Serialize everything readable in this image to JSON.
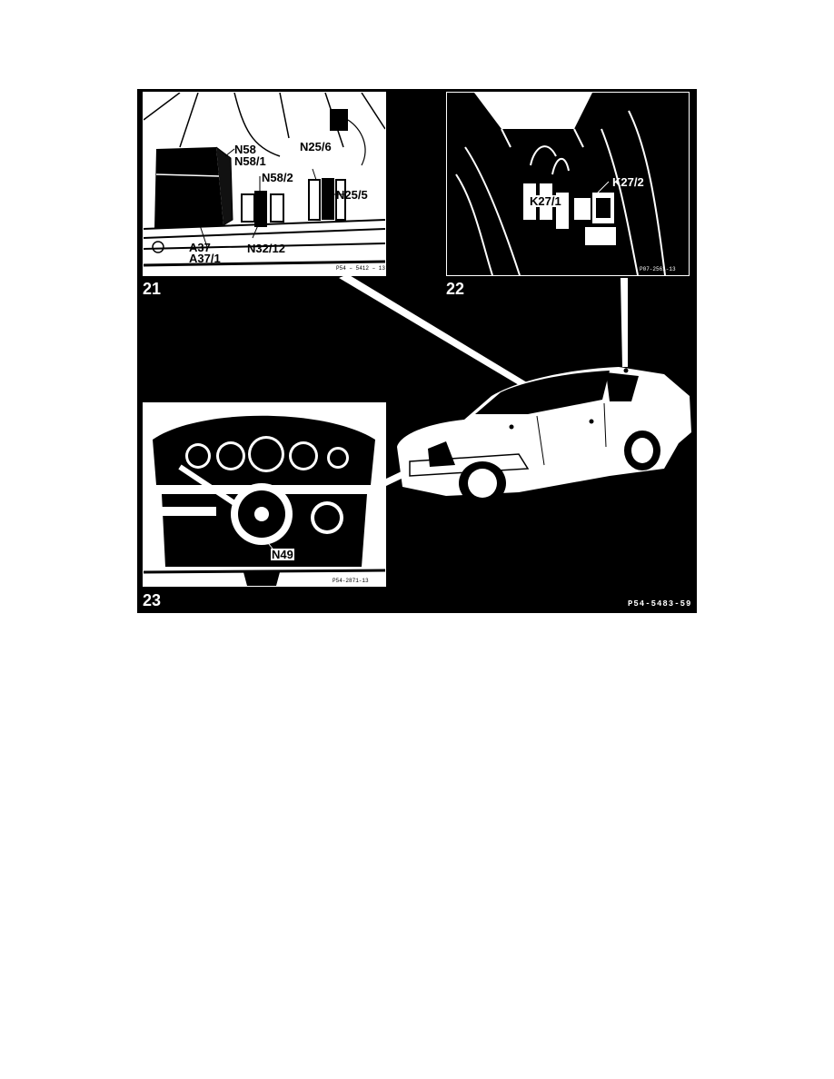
{
  "figure": {
    "code": "P54-5483-59",
    "panels": [
      {
        "number": "21",
        "code": "P54 – 5412 – 13",
        "labels": [
          "N58",
          "N58/1",
          "N58/2",
          "N25/6",
          "N25/5",
          "A37",
          "A37/1",
          "N32/12"
        ]
      },
      {
        "number": "22",
        "code": "P07-2561-13",
        "labels": [
          "K27/2",
          "K27/1"
        ]
      },
      {
        "number": "23",
        "code": "P54-2871-13",
        "labels": [
          "N49"
        ]
      }
    ]
  }
}
